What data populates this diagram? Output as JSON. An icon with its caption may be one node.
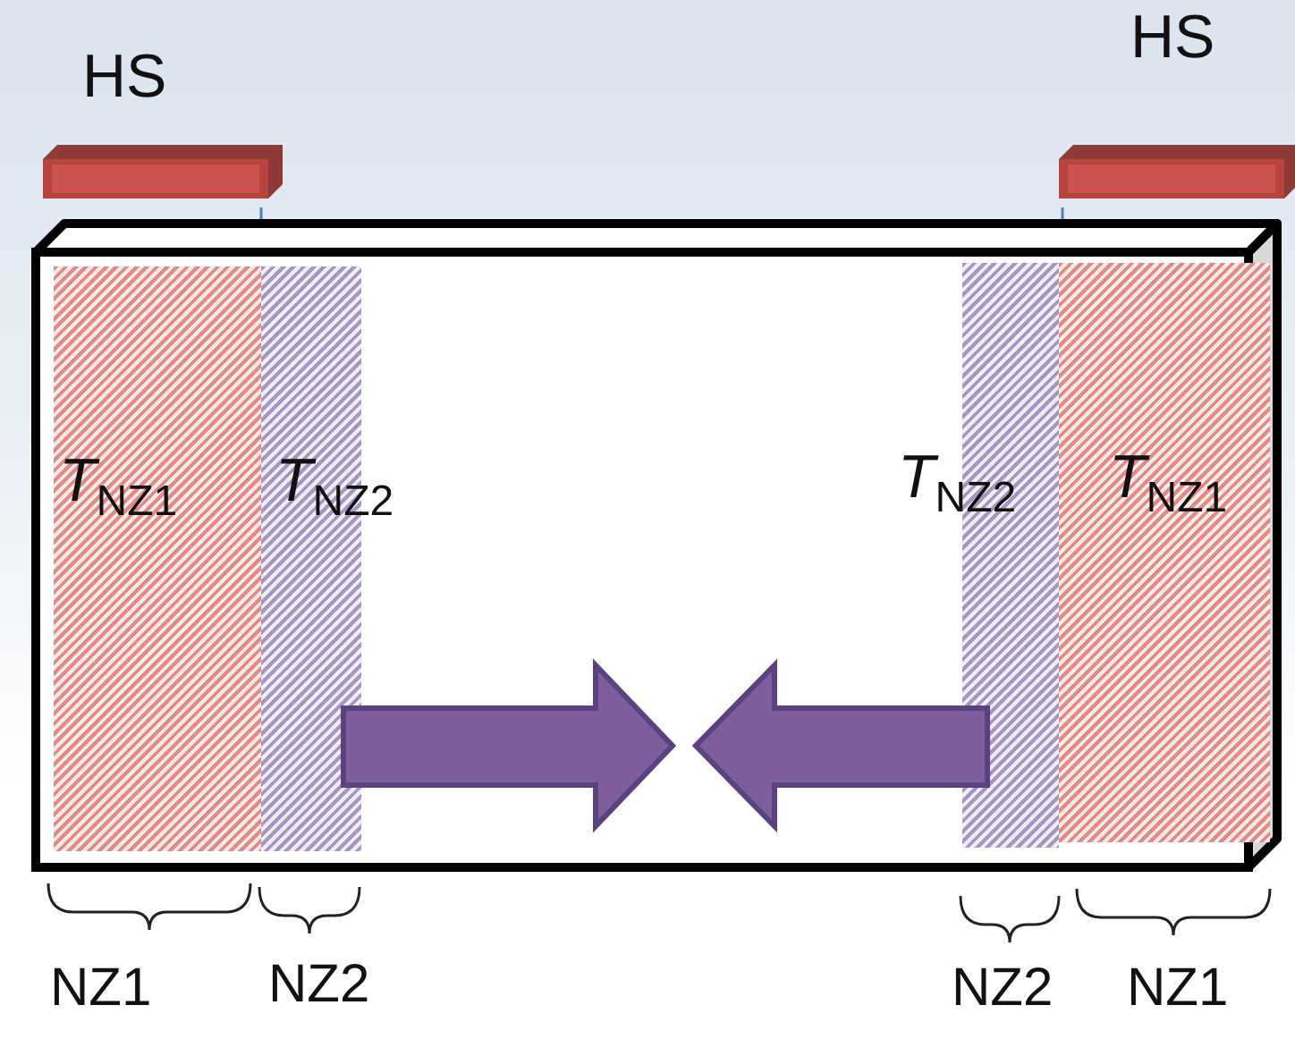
{
  "diagram": {
    "nodes": [
      {
        "text": [
          "HS"
        ]
      },
      {
        "text": [
          "HS"
        ]
      },
      {
        "text": [],
        "shape": "box"
      },
      {
        "text": [
          "*T*$_{NZ1}$"
        ],
        "in": 2
      },
      {
        "text": [
          "*T*$_{NZ2}$"
        ],
        "in": 2
      },
      {
        "text": [
          "*T*$_{NZ2}$"
        ],
        "in": 2
      },
      {
        "text": [
          "*T*$_{NZ1}$"
        ],
        "in": 2
      }
    ],
    "labels": [
      "NZ1",
      "NZ2",
      "NZ2",
      "NZ1"
    ]
  }
}
